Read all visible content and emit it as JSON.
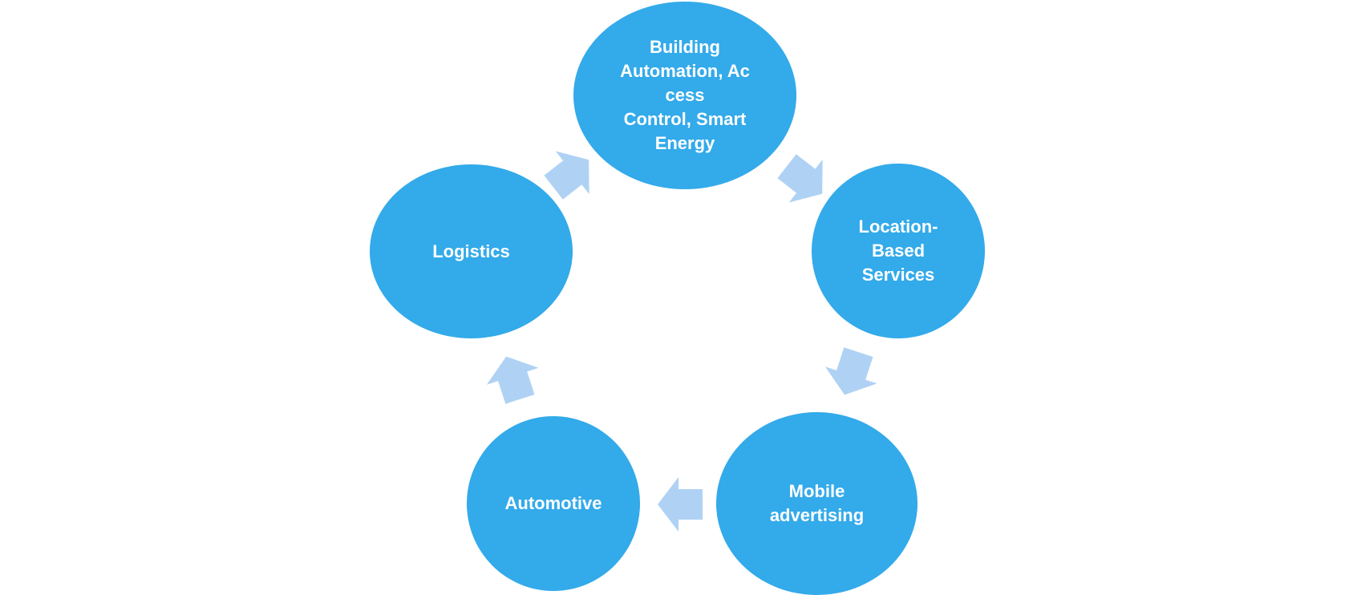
{
  "colors": {
    "node_fill": "#33aaea",
    "node_text": "#ffffff",
    "arrow_fill": "#afd2f4"
  },
  "nodes": {
    "building": [
      "Building",
      "Automation, Ac",
      "cess",
      "Control, Smart",
      "Energy"
    ],
    "location": [
      "Location-",
      "Based",
      "Services"
    ],
    "mobile": [
      "Mobile",
      "advertising"
    ],
    "automotive": [
      "Automotive"
    ],
    "logistics": [
      "Logistics"
    ]
  }
}
